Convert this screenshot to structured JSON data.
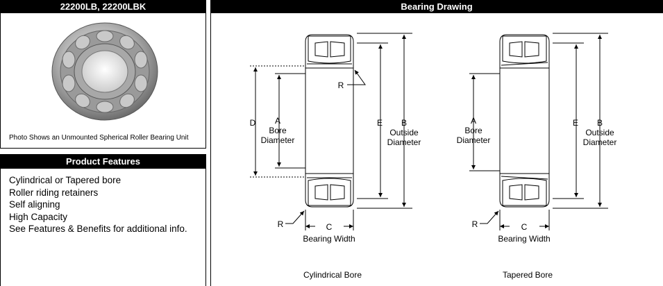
{
  "product": {
    "title": "22200LB, 22200LBK",
    "photo_caption": "Photo Shows an Unmounted Spherical Roller Bearing Unit"
  },
  "features": {
    "title": "Product Features",
    "items": [
      "Cylindrical or Tapered bore",
      "Roller riding retainers",
      "Self aligning",
      "High Capacity",
      "See Features & Benefits for additional info."
    ]
  },
  "drawing": {
    "title": "Bearing Drawing",
    "left": {
      "caption": "Cylindrical Bore",
      "label_d": "D",
      "label_a": "A",
      "label_bore": "Bore",
      "label_bore_diameter": "Diameter",
      "label_e": "E",
      "label_b": "B",
      "label_outside": "Outside",
      "label_outside_diameter": "Diameter",
      "label_r_top": "R",
      "label_r_bottom": "R",
      "label_c": "C",
      "label_width": "Bearing Width"
    },
    "right": {
      "caption": "Tapered Bore",
      "label_a": "A",
      "label_bore": "Bore",
      "label_bore_diameter": "Diameter",
      "label_e": "E",
      "label_b": "B",
      "label_outside": "Outside",
      "label_outside_diameter": "Diameter",
      "label_r_bottom": "R",
      "label_c": "C",
      "label_width": "Bearing Width"
    }
  }
}
